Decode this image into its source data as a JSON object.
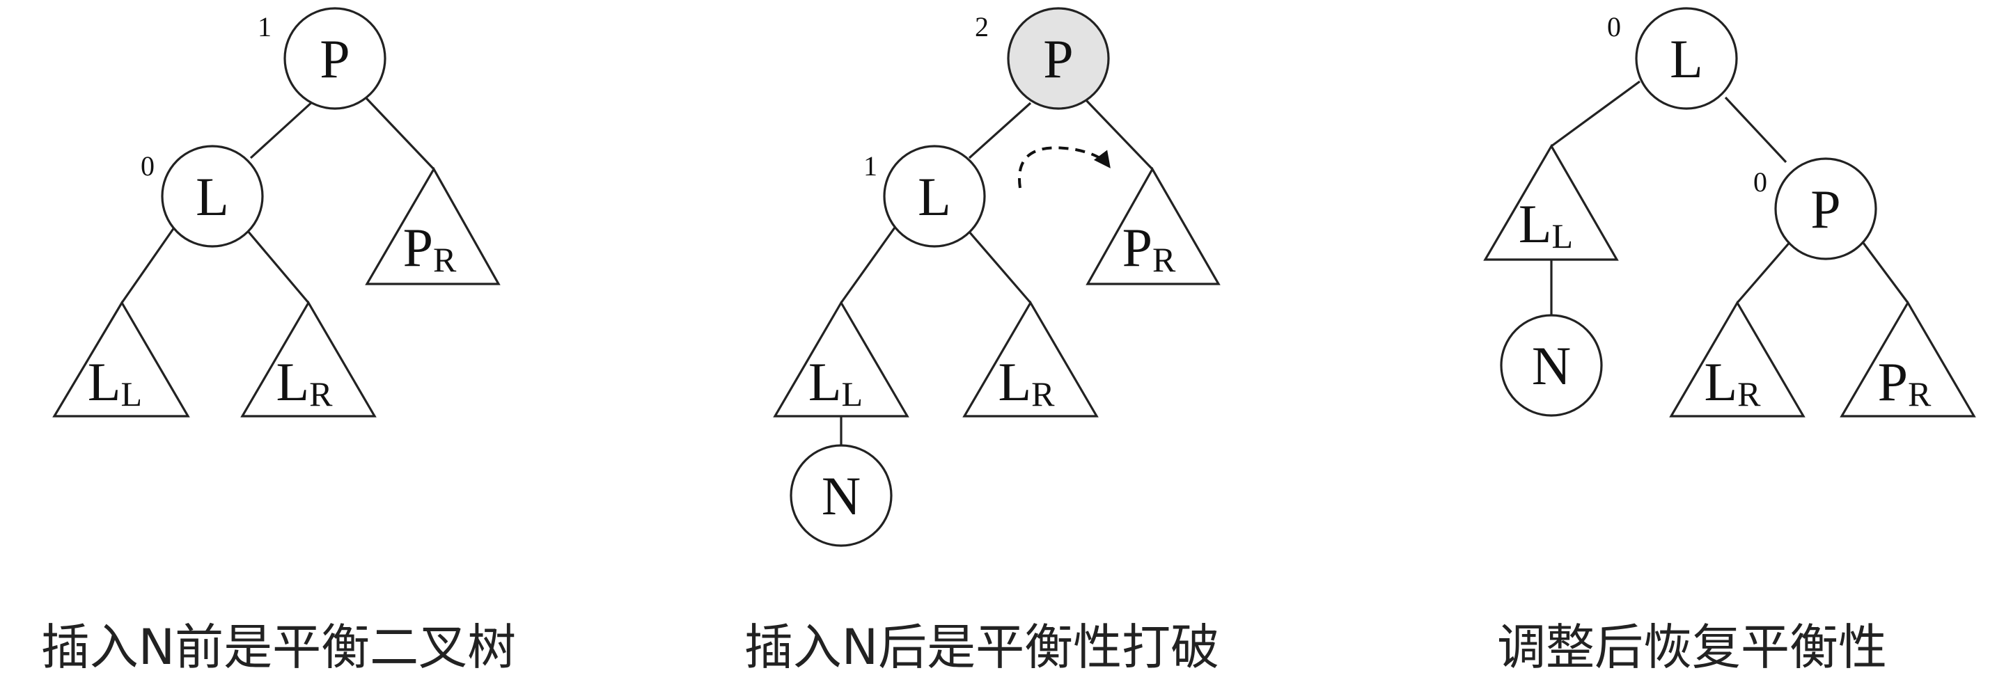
{
  "panels": [
    {
      "caption": "插入N前是平衡二叉树",
      "nodes": {
        "P": {
          "label": "P",
          "bf": "1"
        },
        "L": {
          "label": "L",
          "bf": "0"
        }
      },
      "subtrees": {
        "LL": {
          "main": "L",
          "sub": "L"
        },
        "LR": {
          "main": "L",
          "sub": "R"
        },
        "PR": {
          "main": "P",
          "sub": "R"
        }
      }
    },
    {
      "caption": "插入N后是平衡性打破",
      "nodes": {
        "P": {
          "label": "P",
          "bf": "2"
        },
        "L": {
          "label": "L",
          "bf": "1"
        },
        "N": {
          "label": "N"
        }
      },
      "subtrees": {
        "LL": {
          "main": "L",
          "sub": "L"
        },
        "LR": {
          "main": "L",
          "sub": "R"
        },
        "PR": {
          "main": "P",
          "sub": "R"
        }
      }
    },
    {
      "caption": "调整后恢复平衡性",
      "nodes": {
        "L": {
          "label": "L",
          "bf": "0"
        },
        "P": {
          "label": "P",
          "bf": "0"
        },
        "N": {
          "label": "N"
        }
      },
      "subtrees": {
        "LL": {
          "main": "L",
          "sub": "L"
        },
        "LR": {
          "main": "L",
          "sub": "R"
        },
        "PR": {
          "main": "P",
          "sub": "R"
        }
      }
    }
  ],
  "colors": {
    "stroke": "#222222",
    "highlight_fill": "#e3e3e3",
    "background": "#ffffff"
  }
}
